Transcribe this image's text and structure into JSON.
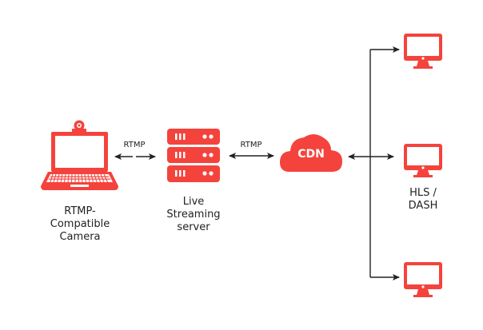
{
  "diagram": {
    "accent_color": "#f4433c",
    "line_color": "#222222",
    "nodes": [
      {
        "id": "camera",
        "icon": "laptop-webcam-icon",
        "label_lines": [
          "RTMP-",
          "Compatible",
          "Camera"
        ]
      },
      {
        "id": "server",
        "icon": "server-rack-icon",
        "label_lines": [
          "Live",
          "Streaming",
          "server"
        ]
      },
      {
        "id": "cdn",
        "icon": "cloud-icon",
        "text": "CDN"
      },
      {
        "id": "viewer-top",
        "icon": "monitor-icon"
      },
      {
        "id": "viewer-middle",
        "icon": "monitor-icon",
        "label_lines": [
          "HLS /",
          "DASH"
        ]
      },
      {
        "id": "viewer-bottom",
        "icon": "monitor-icon"
      }
    ],
    "edges": [
      {
        "from": "camera",
        "to": "server",
        "label": "RTMP",
        "direction": "bidirectional"
      },
      {
        "from": "server",
        "to": "cdn",
        "label": "RTMP",
        "direction": "bidirectional"
      },
      {
        "from": "cdn",
        "to": "distribution",
        "label": "",
        "direction": "bidirectional"
      },
      {
        "from": "distribution",
        "to": "viewer-top",
        "label": "",
        "direction": "forward"
      },
      {
        "from": "distribution",
        "to": "viewer-middle",
        "label": "",
        "direction": "forward"
      },
      {
        "from": "distribution",
        "to": "viewer-bottom",
        "label": "",
        "direction": "forward"
      }
    ]
  }
}
